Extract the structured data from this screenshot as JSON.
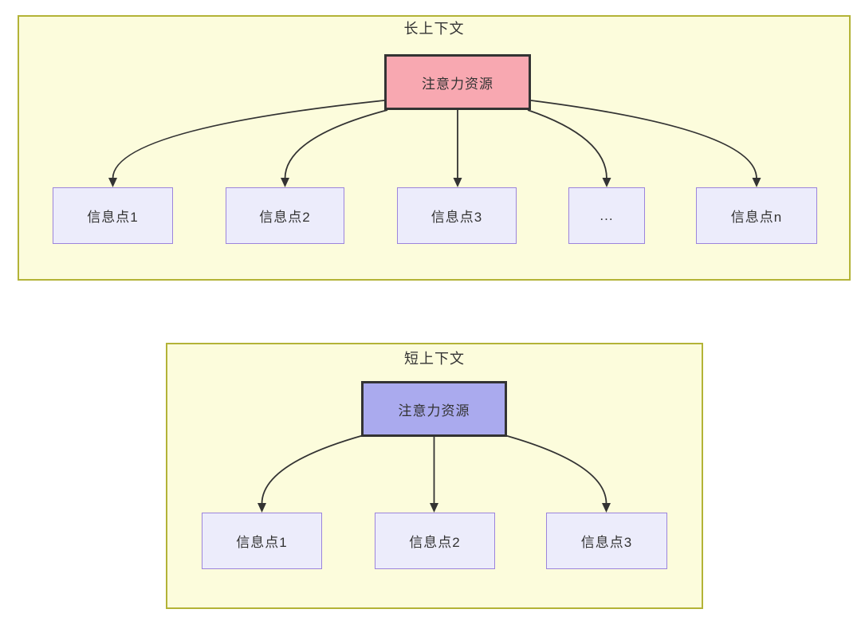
{
  "diagram": {
    "sections": [
      {
        "title": "长上下文",
        "attention_label": "注意力资源",
        "nodes": [
          "信息点1",
          "信息点2",
          "信息点3",
          "...",
          "信息点n"
        ]
      },
      {
        "title": "短上下文",
        "attention_label": "注意力资源",
        "nodes": [
          "信息点1",
          "信息点2",
          "信息点3"
        ]
      }
    ],
    "colors": {
      "container_fill": "#fcfcdc",
      "container_border": "#b3b337",
      "attention_long_fill": "#f8a8b1",
      "attention_short_fill": "#aaaaee",
      "attention_border": "#333333",
      "node_fill": "#ececfb",
      "node_border": "#9c84dc",
      "arrow": "#333333",
      "text": "#333333"
    }
  }
}
